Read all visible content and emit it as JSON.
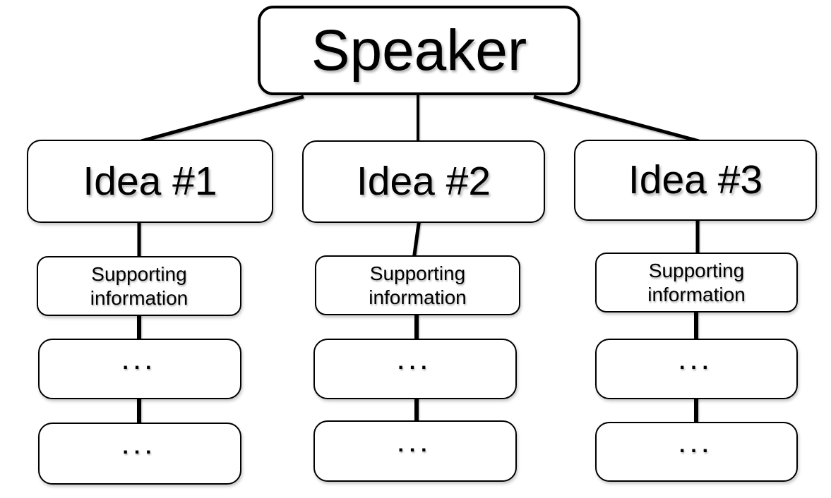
{
  "diagram": {
    "type": "tree",
    "root_label": "Speaker",
    "columns": [
      {
        "idea_label": "Idea #1",
        "supporting_label": "Supporting\ninformation",
        "ellipsis_labels": [
          "...",
          "..."
        ]
      },
      {
        "idea_label": "Idea #2",
        "supporting_label": "Supporting\ninformation",
        "ellipsis_labels": [
          "...",
          "..."
        ]
      },
      {
        "idea_label": "Idea #3",
        "supporting_label": "Supporting\ninformation",
        "ellipsis_labels": [
          "...",
          "..."
        ]
      }
    ]
  },
  "colors": {
    "stroke": "#000000",
    "node_fill": "#ffffff",
    "background": "#ffffff"
  }
}
